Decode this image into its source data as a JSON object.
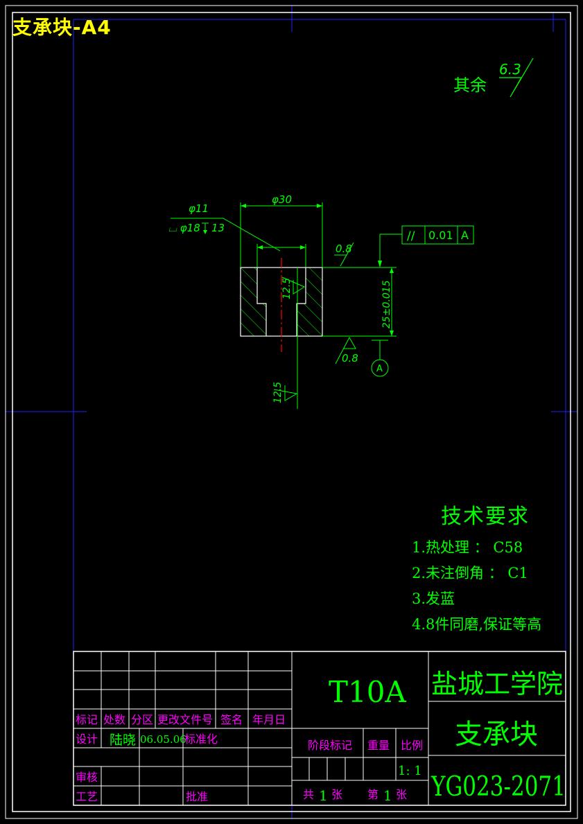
{
  "sheet": {
    "title": "支承块-A4"
  },
  "surface_finish_general": {
    "label": "其余",
    "value": "6.3"
  },
  "dimensions": {
    "outer_diameter": "φ30",
    "hole_diameter": "φ11",
    "counterbore": "⌴ φ18",
    "counterbore_depth": "13",
    "height": "25±0.015",
    "roughness_top": "0.8",
    "roughness_bottom": "0.8",
    "roughness_bore": "12.5",
    "roughness_side": "12.5"
  },
  "tolerance": {
    "symbol": "//",
    "value": "0.01",
    "datum": "A"
  },
  "datum_label": "A",
  "technical_requirements": {
    "title": "技术要求",
    "items": [
      "1.热处理 ： C58",
      "2.未注倒角 ： C1",
      "3.发蓝",
      "4.8件同磨,保证等高"
    ]
  },
  "title_block": {
    "material": "T10A",
    "school": "盐城工学院",
    "part_name": "支承块",
    "drawing_number": "YG023-2071",
    "headers": [
      "标记",
      "处数",
      "分区",
      "更改文件号",
      "签名",
      "年月日"
    ],
    "design_label": "设计",
    "designer": "陆晓",
    "design_date": "06.05.06",
    "standardization_label": "标准化",
    "review_label": "审核",
    "process_label": "工艺",
    "approve_label": "批准",
    "stage_label": "阶段标记",
    "weight_label": "重量",
    "scale_label": "比例",
    "scale_value": "1: 1",
    "sheets_total_prefix": "共",
    "sheets_total": "1",
    "sheets_total_suffix": "张",
    "sheet_no_prefix": "第",
    "sheet_no": "1",
    "sheet_no_suffix": "张"
  },
  "colors": {
    "background": "#000000",
    "frame": "#ffffff",
    "geometry": "#00ff00",
    "center_line": "#ff0000",
    "grid_lines": "#0000ff",
    "table_labels": "#ff00ff",
    "sheet_title": "#ffff00"
  }
}
